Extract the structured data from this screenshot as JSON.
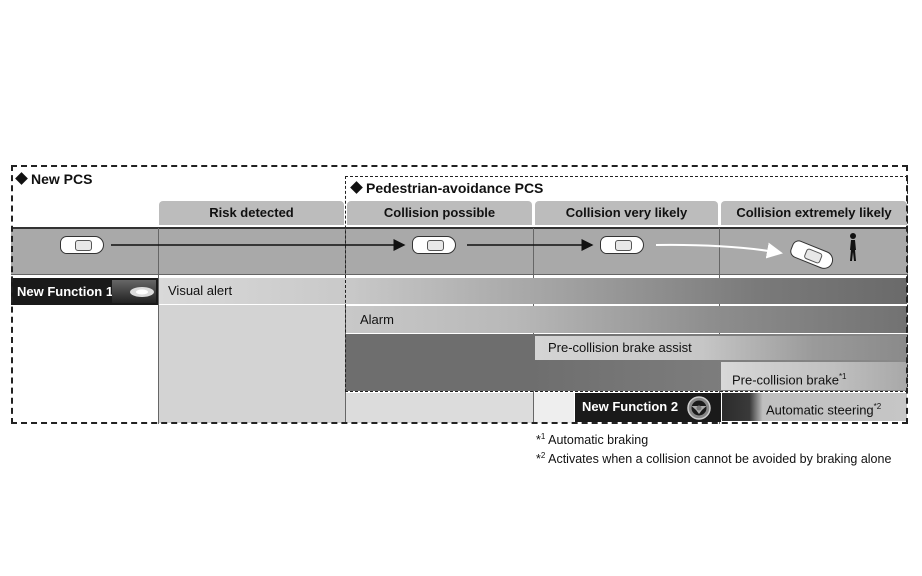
{
  "new_pcs": {
    "title": "New PCS"
  },
  "ped_pcs": {
    "title": "Pedestrian-avoidance PCS"
  },
  "headers": {
    "risk": "Risk detected",
    "possible": "Collision possible",
    "very_likely": "Collision very likely",
    "extremely_likely": "Collision extremely likely"
  },
  "functions": {
    "new_function_1": "New Function 1",
    "visual_alert": "Visual alert",
    "alarm": "Alarm",
    "brake_assist": "Pre-collision brake assist",
    "pre_collision_brake": "Pre-collision brake",
    "pre_collision_brake_mark": "*1",
    "new_function_2": "New Function 2",
    "automatic_steering": "Automatic steering",
    "automatic_steering_mark": "*2"
  },
  "notes": [
    {
      "mark": "*",
      "sup": "1",
      "text": "Automatic braking"
    },
    {
      "mark": "*",
      "sup": "2",
      "text": "Activates when a collision cannot be avoided by braking alone"
    }
  ],
  "icons": [
    "car-icon",
    "pedestrian-icon",
    "windshield-display-icon",
    "steering-wheel-icon",
    "arrow-icon"
  ]
}
